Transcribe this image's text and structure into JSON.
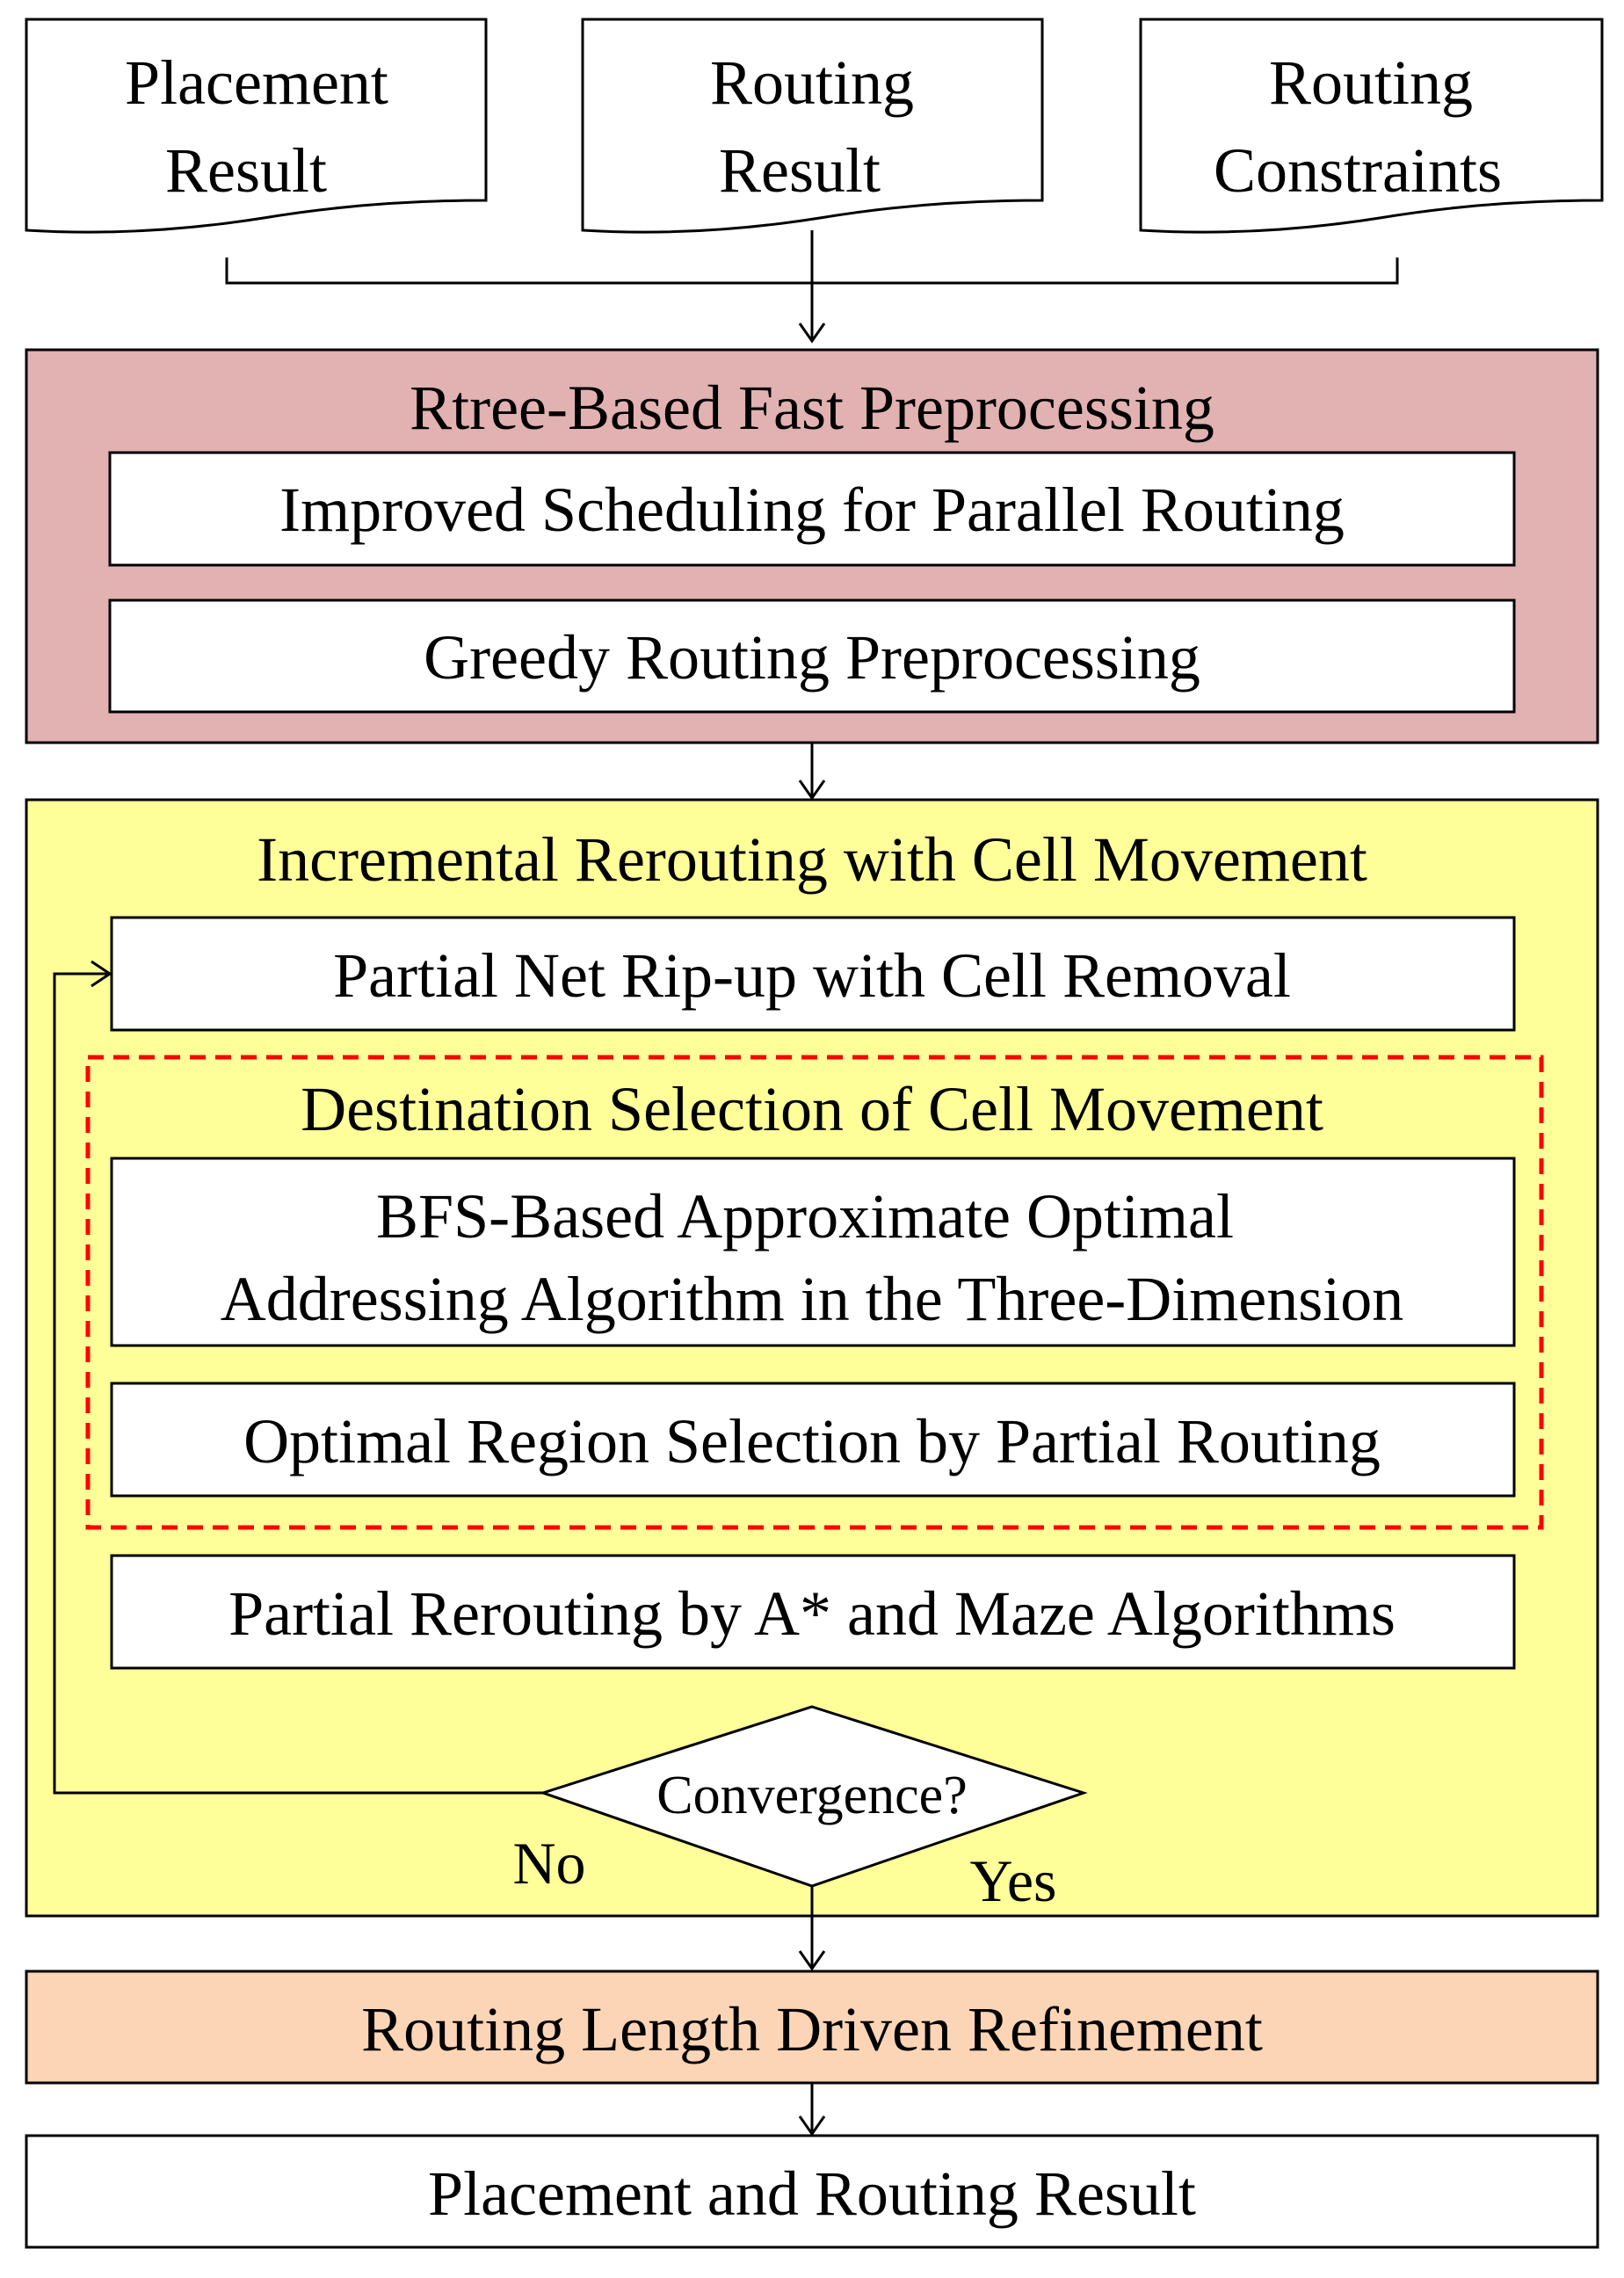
{
  "inputs": [
    {
      "line1": "Placement",
      "line2": "Result"
    },
    {
      "line1": "Routing",
      "line2": "Result"
    },
    {
      "line1": "Routing",
      "line2": "Constraints"
    }
  ],
  "preprocessing": {
    "title": "Rtree-Based Fast Preprocessing",
    "steps": [
      "Improved Scheduling for Parallel Routing",
      "Greedy Routing Preprocessing"
    ],
    "fill": "#e2b1b1"
  },
  "rerouting": {
    "title": "Incremental Rerouting with Cell Movement",
    "fill": "#ffff99",
    "rip_up": "Partial Net Rip-up with Cell Removal",
    "destination": {
      "title": "Destination Selection of Cell Movement",
      "border_color": "#ff0000",
      "bfs_line1": "BFS-Based Approximate Optimal",
      "bfs_line2": "Addressing Algorithm in the Three-Dimension",
      "region": "Optimal Region Selection by Partial Routing"
    },
    "partial_rerouting": "Partial Rerouting by A* and Maze Algorithms",
    "decision": {
      "label": "Convergence?",
      "no": "No",
      "yes": "Yes"
    }
  },
  "refinement": {
    "label": "Routing Length Driven Refinement",
    "fill": "#fbd5b5"
  },
  "output": {
    "label": "Placement and Routing Result"
  }
}
